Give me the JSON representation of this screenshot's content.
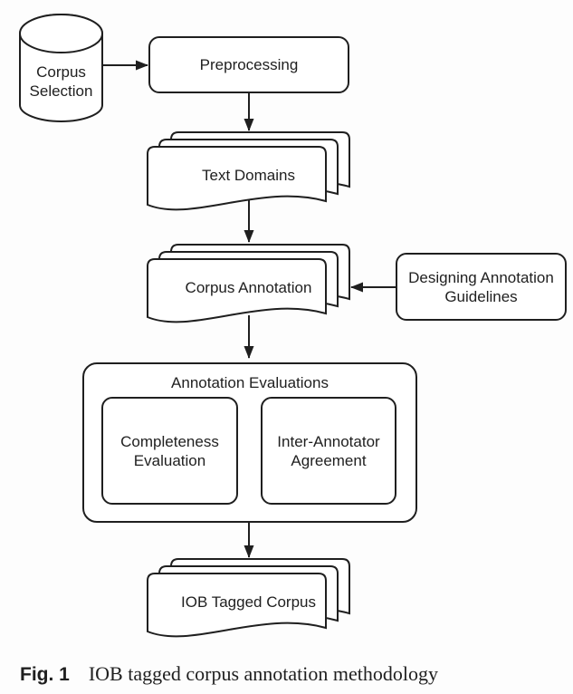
{
  "figure": {
    "caption": {
      "label": "Fig. 1",
      "text": "IOB tagged corpus annotation methodology"
    },
    "nodes": {
      "corpus_selection": {
        "lines": [
          "Corpus",
          "Selection"
        ]
      },
      "preprocessing": {
        "label": "Preprocessing"
      },
      "text_domains": {
        "label": "Text Domains"
      },
      "corpus_annotation": {
        "label": "Corpus Annotation"
      },
      "designing_guidelines": {
        "lines": [
          "Designing Annotation",
          "Guidelines"
        ]
      },
      "annotation_evaluations": {
        "label": "Annotation Evaluations"
      },
      "completeness_evaluation": {
        "lines": [
          "Completeness",
          "Evaluation"
        ]
      },
      "inter_annotator_agreement": {
        "lines": [
          "Inter-Annotator",
          "Agreement"
        ]
      },
      "iob_tagged_corpus": {
        "label": "IOB Tagged Corpus"
      }
    },
    "colors": {
      "ink": "#1f1f1f",
      "background": "#fdfdfd",
      "shape_fill": "#ffffff"
    }
  }
}
